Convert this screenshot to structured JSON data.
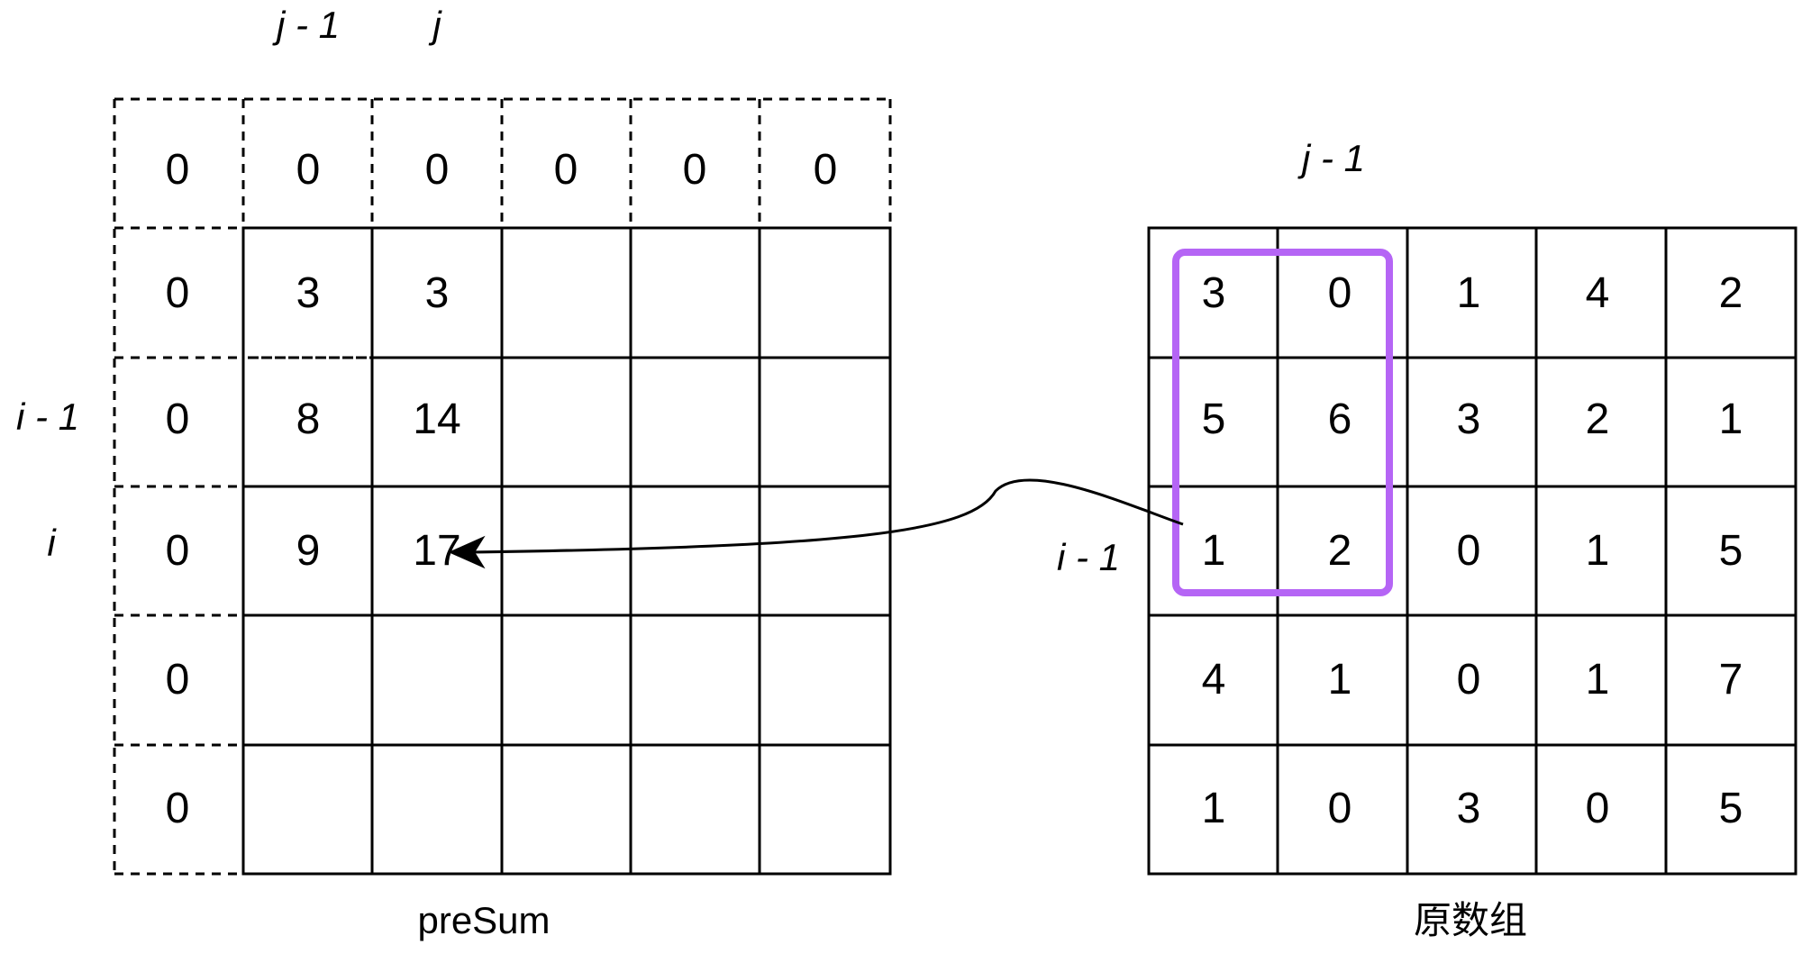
{
  "presum": {
    "caption": "preSum",
    "rows": [
      [
        "0",
        "0",
        "0",
        "0",
        "0",
        "0"
      ],
      [
        "0",
        "3",
        "3",
        "",
        "",
        ""
      ],
      [
        "0",
        "8",
        "14",
        "",
        "",
        ""
      ],
      [
        "0",
        "9",
        "17",
        "",
        "",
        ""
      ],
      [
        "0",
        "",
        "",
        "",
        "",
        ""
      ],
      [
        "0",
        "",
        "",
        "",
        "",
        ""
      ]
    ],
    "col_labels": {
      "j_minus_1": "j - 1",
      "j": "j"
    },
    "row_labels": {
      "i_minus_1": "i - 1",
      "i": "i"
    }
  },
  "original": {
    "caption": "原数组",
    "rows": [
      [
        "3",
        "0",
        "1",
        "4",
        "2"
      ],
      [
        "5",
        "6",
        "3",
        "2",
        "1"
      ],
      [
        "1",
        "2",
        "0",
        "1",
        "5"
      ],
      [
        "4",
        "1",
        "0",
        "1",
        "7"
      ],
      [
        "1",
        "0",
        "3",
        "0",
        "5"
      ]
    ],
    "col_label": "j - 1",
    "row_label": "i - 1"
  },
  "colors": {
    "grid": "#000000",
    "highlight": "#b565f5",
    "arrow": "#000000"
  }
}
